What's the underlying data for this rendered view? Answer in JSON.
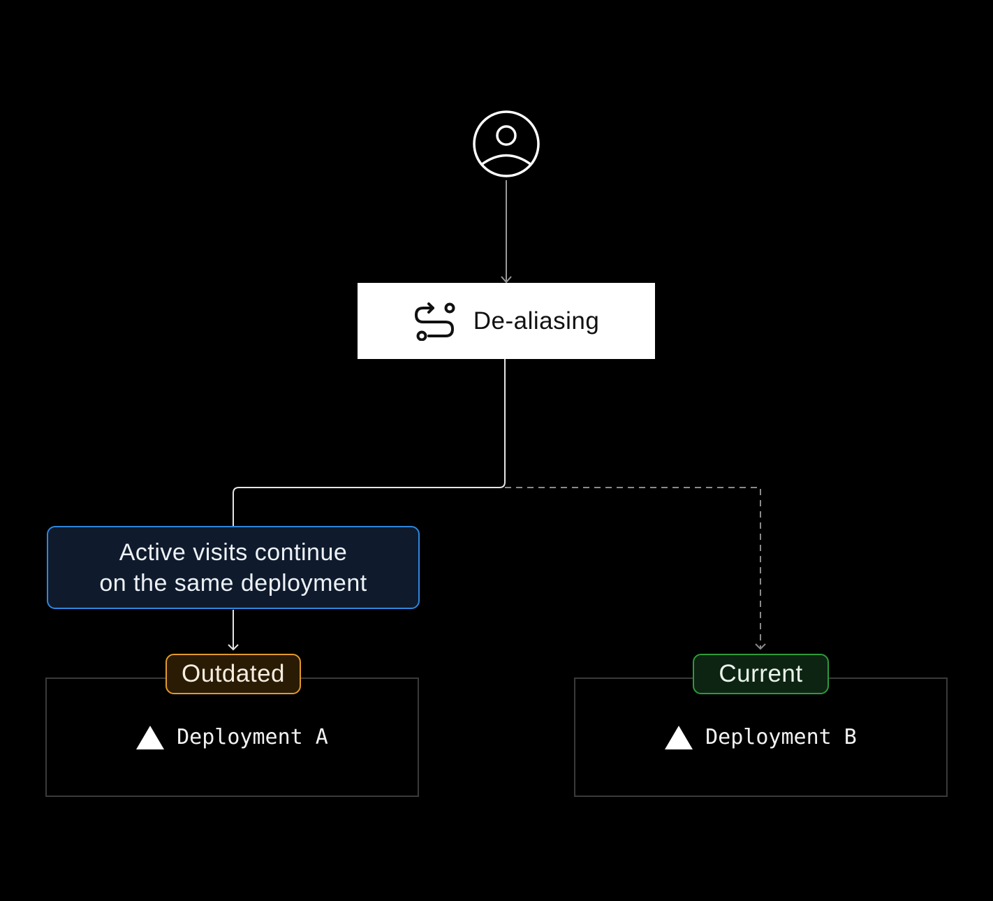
{
  "diagram": {
    "user": {
      "icon": "user-circle-icon"
    },
    "dealiasing": {
      "icon": "route-icon",
      "label": "De-aliasing"
    },
    "note": {
      "line1": "Active visits continue",
      "line2": "on the same deployment"
    },
    "deployments": [
      {
        "badge": "Outdated",
        "name": "Deployment A",
        "icon": "triangle-logo-icon"
      },
      {
        "badge": "Current",
        "name": "Deployment B",
        "icon": "triangle-logo-icon"
      }
    ],
    "colors": {
      "background": "#000000",
      "note_border": "#2f86de",
      "note_fill": "#0f1b2d",
      "outdated_border": "#e39a2a",
      "outdated_fill": "#2a1b05",
      "current_border": "#2e9a3c",
      "current_fill": "#0e2413",
      "connector": "#d9d9d9",
      "dashed_connector": "#8a8a8a"
    }
  }
}
